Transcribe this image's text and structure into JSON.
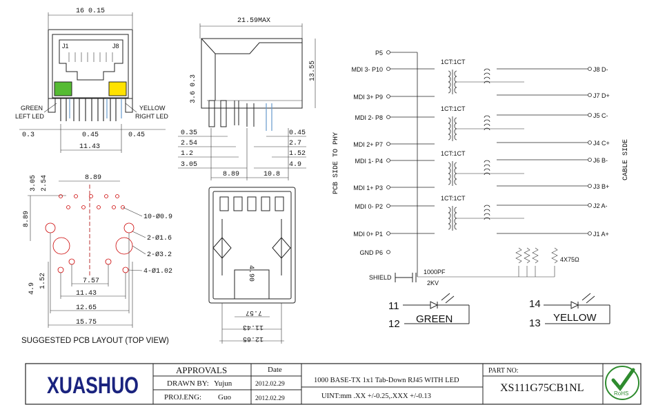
{
  "front_view": {
    "width_dim": "16  0.15",
    "pin_j1": "J1",
    "pin_j8": "J8",
    "green_led": "GREEN",
    "left_led": "LEFT LED",
    "yellow_led": "YELLOW",
    "right_led": "RIGHT LED",
    "dim_03": "0.3",
    "dim_045a": "0.45",
    "dim_045b": "0.45",
    "dim_1143": "11.43",
    "colors": {
      "green": "#55bb33",
      "yellow": "#ffe200"
    }
  },
  "side_view": {
    "length": "21.59MAX",
    "height": "13.55",
    "dim_36": "3.6  0.3",
    "left": [
      "0.35",
      "2.54",
      "1.2",
      "3.05"
    ],
    "right": [
      "0.45",
      "2.7",
      "1.52",
      "4.9"
    ],
    "bottom_a": "8.89",
    "bottom_b": "10.8"
  },
  "pcb_layout": {
    "top": "8.89",
    "v1": "3.05",
    "v2": "2.54",
    "left": "8.89",
    "hole_10": "10-Ø0.9",
    "hole_16": "2-Ø1.6",
    "hole_32": "2-Ø3.2",
    "hole_102": "4-Ø1.02",
    "b1": "7.57",
    "b2": "11.43",
    "b3": "12.65",
    "b4": "15.75",
    "l1": "4.9",
    "l2": "1.52",
    "caption": "SUGGESTED PCB LAYOUT (TOP VIEW)"
  },
  "bottom_view": {
    "d490": "4.90",
    "d757": "7.57",
    "d1143": "11.43",
    "d1265": "12.65"
  },
  "schematic": {
    "left_pins": [
      "P5",
      "MDI 3-  P10",
      "MDI 3+  P9",
      "MDI 2-  P8",
      "MDI 2+  P7",
      "MDI 1-  P4",
      "MDI 1+  P3",
      "MDI 0-  P2",
      "MDI 0+  P1",
      "GND  P6"
    ],
    "right_pins": [
      "J8  D-",
      "J7  D+",
      "J5  C-",
      "J4  C+",
      "J6  B-",
      "J3  B+",
      "J2  A-",
      "J1  A+"
    ],
    "ratio": "1CT:1CT",
    "pcb_side": "PCB SIDE TO PHY",
    "cable_side": "CABLE SIDE",
    "resistors": "4X75Ω",
    "shield": "SHIELD",
    "cap": "1000PF",
    "cap_v": "2KV",
    "led_green": {
      "a": "11",
      "b": "12",
      "name": "GREEN"
    },
    "led_yellow": {
      "a": "14",
      "b": "13",
      "name": "YELLOW"
    }
  },
  "title_block": {
    "logo": "XUASHUO",
    "approvals": "APPROVALS",
    "date_h": "Date",
    "drawn_by": "DRAWN BY:",
    "drawn_name": "Yujun",
    "drawn_date": "2012.02.29",
    "proj": "PROJ.ENG:",
    "proj_name": "Guo",
    "proj_date": "2012.02.29",
    "desc": "1000 BASE-TX 1x1 Tab-Down RJ45 WITH LED",
    "unit": "UINT:mm .XX +/-0.25,.XXX +/-0.13",
    "part_no": "PART NO:",
    "part_value": "XS111G75CB1NL",
    "rohs": "RoHS",
    "brand_color": "#1a237e",
    "rohs_color": "#2e8b2e"
  }
}
